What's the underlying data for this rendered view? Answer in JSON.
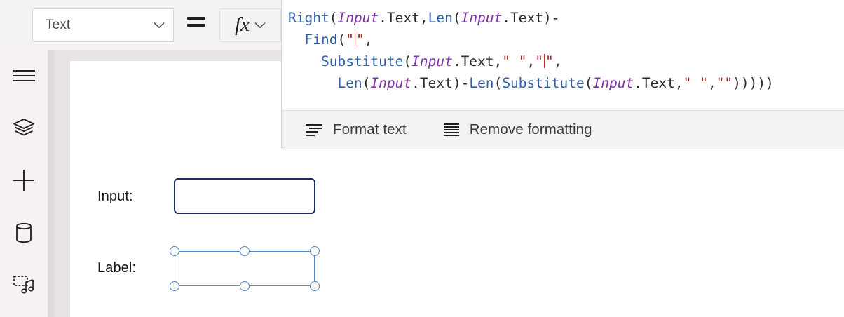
{
  "property_bar": {
    "property_select": {
      "value": "Text",
      "chevron_icon": "chevron-down-icon"
    },
    "equals_sign": "=",
    "fx_button": {
      "glyph": "fx",
      "chevron_icon": "chevron-down-icon"
    }
  },
  "left_rail": {
    "items": [
      {
        "name": "hamburger-menu-icon",
        "label": "Menu"
      },
      {
        "name": "layers-icon",
        "label": "Tree view"
      },
      {
        "name": "plus-icon",
        "label": "Insert"
      },
      {
        "name": "database-icon",
        "label": "Data"
      },
      {
        "name": "media-icon",
        "label": "Media"
      }
    ]
  },
  "formula": {
    "lines": [
      [
        {
          "t": "Right",
          "c": "fn"
        },
        {
          "t": "(",
          "c": "pun"
        },
        {
          "t": "Input",
          "c": "id"
        },
        {
          "t": ".Text",
          "c": "prop"
        },
        {
          "t": ",",
          "c": "pun"
        },
        {
          "t": "Len",
          "c": "fn"
        },
        {
          "t": "(",
          "c": "pun"
        },
        {
          "t": "Input",
          "c": "id"
        },
        {
          "t": ".Text",
          "c": "prop"
        },
        {
          "t": ")-",
          "c": "pun"
        }
      ],
      [
        {
          "t": "  ",
          "c": "pun"
        },
        {
          "t": "Find",
          "c": "fn"
        },
        {
          "t": "(",
          "c": "pun"
        },
        {
          "t": "\"",
          "c": "str"
        },
        {
          "t": "CARET",
          "c": "caret"
        },
        {
          "t": "\"",
          "c": "str"
        },
        {
          "t": ",",
          "c": "pun"
        }
      ],
      [
        {
          "t": "    ",
          "c": "pun"
        },
        {
          "t": "Substitute",
          "c": "fn"
        },
        {
          "t": "(",
          "c": "pun"
        },
        {
          "t": "Input",
          "c": "id"
        },
        {
          "t": ".Text",
          "c": "prop"
        },
        {
          "t": ",",
          "c": "pun"
        },
        {
          "t": "\" \"",
          "c": "str"
        },
        {
          "t": ",",
          "c": "pun"
        },
        {
          "t": "\"",
          "c": "str"
        },
        {
          "t": "CARET",
          "c": "caret"
        },
        {
          "t": "\"",
          "c": "str"
        },
        {
          "t": ",",
          "c": "pun"
        }
      ],
      [
        {
          "t": "      ",
          "c": "pun"
        },
        {
          "t": "Len",
          "c": "fn"
        },
        {
          "t": "(",
          "c": "pun"
        },
        {
          "t": "Input",
          "c": "id"
        },
        {
          "t": ".Text",
          "c": "prop"
        },
        {
          "t": ")-",
          "c": "pun"
        },
        {
          "t": "Len",
          "c": "fn"
        },
        {
          "t": "(",
          "c": "pun"
        },
        {
          "t": "Substitute",
          "c": "fn"
        },
        {
          "t": "(",
          "c": "pun"
        },
        {
          "t": "Input",
          "c": "id"
        },
        {
          "t": ".Text",
          "c": "prop"
        },
        {
          "t": ",",
          "c": "pun"
        },
        {
          "t": "\" \"",
          "c": "str"
        },
        {
          "t": ",",
          "c": "pun"
        },
        {
          "t": "\"\"",
          "c": "str"
        },
        {
          "t": ")))))",
          "c": "pun"
        }
      ]
    ],
    "plain_text": "Right(Input.Text,Len(Input.Text)-\n  Find(\"|\",\n    Substitute(Input.Text,\" \",\"|\",\n      Len(Input.Text)-Len(Substitute(Input.Text,\" \",\"\")))))",
    "toolbar": {
      "format_text_label": "Format text",
      "format_text_icon": "format-text-icon",
      "remove_formatting_label": "Remove formatting",
      "remove_formatting_icon": "remove-formatting-icon"
    }
  },
  "canvas": {
    "input_row": {
      "label": "Input:",
      "value": "",
      "placeholder": ""
    },
    "label_row": {
      "label": "Label:",
      "value": ""
    }
  },
  "colors": {
    "function": "#2f5fa8",
    "identifier": "#8031a7",
    "string": "#a02020",
    "caret": "#c62828",
    "selection": "#5187c4",
    "input_border": "#1b2a63",
    "panel_toolbar_bg": "#f4f3f2",
    "propbar_bg": "#f3f2f1",
    "rail_bg": "#f6f1f5",
    "workarea_bg": "#e6e3e2"
  }
}
